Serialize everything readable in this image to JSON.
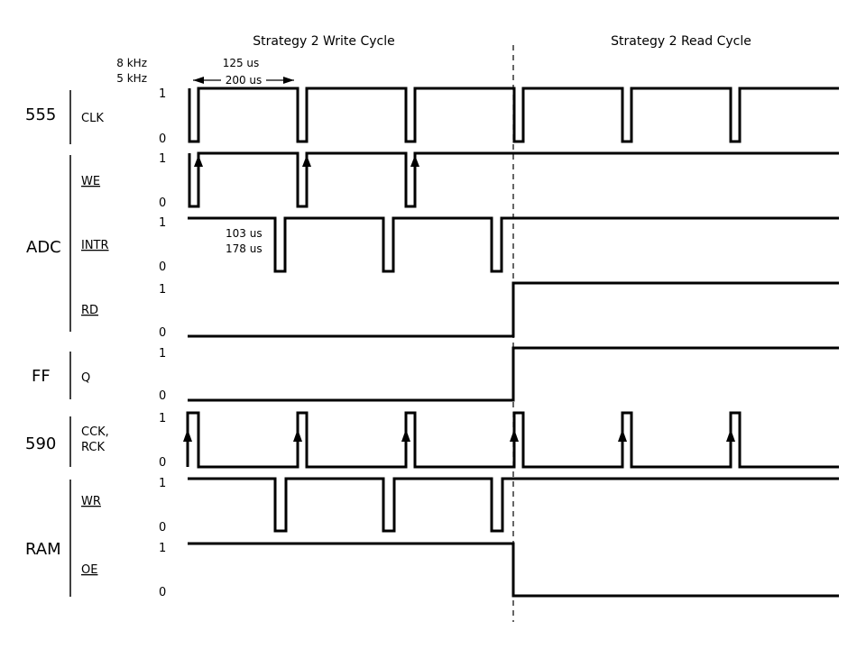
{
  "headers": {
    "write_cycle": "Strategy 2 Write Cycle",
    "read_cycle": "Strategy 2 Read Cycle"
  },
  "annotations": {
    "freq_8khz": "8 kHz",
    "freq_5khz": "5 kHz",
    "period_125": "125 us",
    "period_200": "200 us",
    "intr_103": "103 us",
    "intr_178": "178 us"
  },
  "levels": {
    "high": "1",
    "low": "0"
  },
  "groups": [
    {
      "key": "g555",
      "label": "555"
    },
    {
      "key": "gadc",
      "label": "ADC"
    },
    {
      "key": "gff",
      "label": "FF"
    },
    {
      "key": "g590",
      "label": "590"
    },
    {
      "key": "gram",
      "label": "RAM"
    }
  ],
  "signals": [
    {
      "key": "clk",
      "label": "CLK",
      "active_low": false
    },
    {
      "key": "we",
      "label": "WE",
      "active_low": true
    },
    {
      "key": "intr",
      "label": "INTR",
      "active_low": true
    },
    {
      "key": "rd",
      "label": "RD",
      "active_low": true
    },
    {
      "key": "q",
      "label": "Q",
      "active_low": false
    },
    {
      "key": "cck",
      "label": "CCK,",
      "label2": "RCK",
      "active_low": false
    },
    {
      "key": "wr",
      "label": "WR",
      "active_low": true
    },
    {
      "key": "oe",
      "label": "OE",
      "active_low": true
    }
  ]
}
